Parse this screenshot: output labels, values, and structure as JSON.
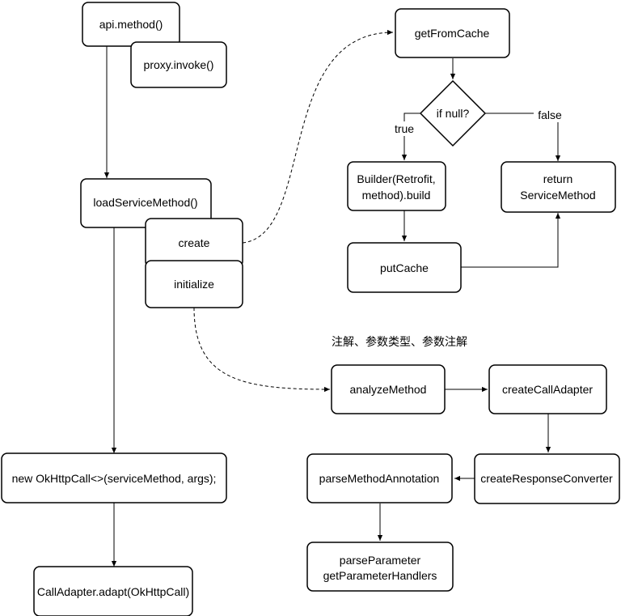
{
  "diagram": {
    "nodes": {
      "api_method": "api.method()",
      "proxy_invoke": "proxy.invoke()",
      "load_service_method": "loadServiceMethod()",
      "create": "create",
      "initialize": "initialize",
      "new_okhttpcall": "new OkHttpCall<>(serviceMethod, args);",
      "calladapter_adapt": "CallAdapter.adapt(OkHttpCall)",
      "get_from_cache": "getFromCache",
      "if_null": "if null?",
      "builder_line1": "Builder(Retrofit,",
      "builder_line2": "method).build",
      "put_cache": "putCache",
      "return_line1": "return",
      "return_line2": "ServiceMethod",
      "analyze_method": "analyzeMethod",
      "create_call_adapter": "createCallAdapter",
      "create_response_converter": "createResponseConverter",
      "parse_method_annotation": "parseMethodAnnotation",
      "parse_param_line1": "parseParameter",
      "parse_param_line2": "getParameterHandlers"
    },
    "edge_labels": {
      "true": "true",
      "false": "false"
    },
    "note": "注解、参数类型、参数注解"
  }
}
